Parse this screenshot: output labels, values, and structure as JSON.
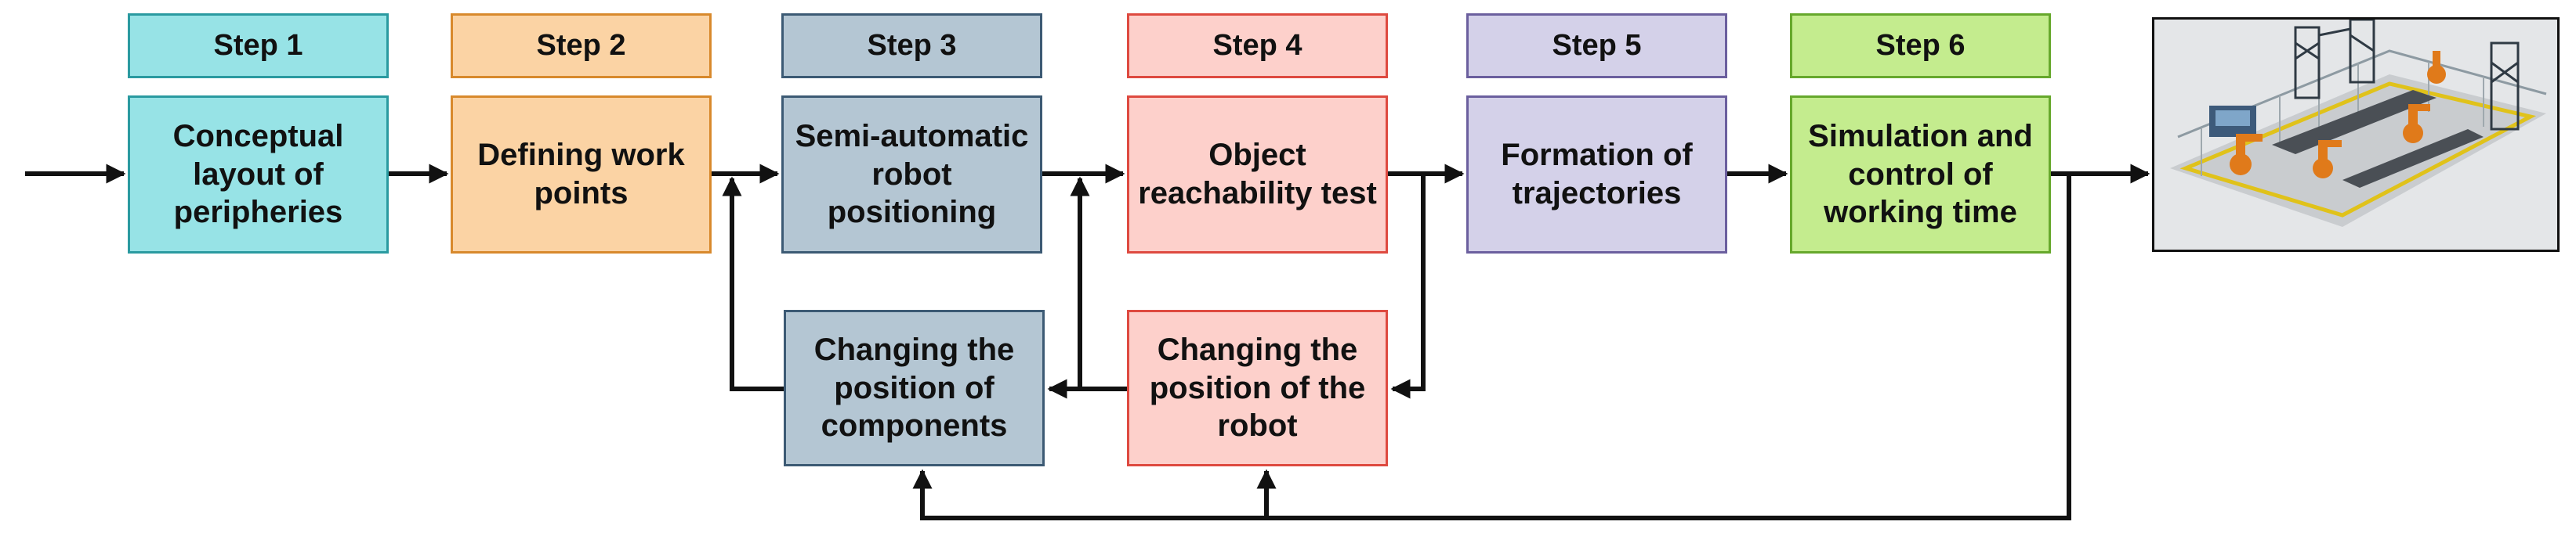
{
  "steps": [
    {
      "header": "Step 1",
      "body": "Conceptual\nlayout of\nperipheries"
    },
    {
      "header": "Step 2",
      "body": "Defining work\npoints"
    },
    {
      "header": "Step 3",
      "body": "Semi-automatic\nrobot positioning"
    },
    {
      "header": "Step 4",
      "body": "Object\nreachability test"
    },
    {
      "header": "Step 5",
      "body": "Formation of\ntrajectories"
    },
    {
      "header": "Step 6",
      "body": "Simulation and\ncontrol of\nworking time"
    }
  ],
  "sub_boxes": [
    {
      "text": "Changing the\nposition of\ncomponents"
    },
    {
      "text": "Changing the\nposition of the\nrobot"
    }
  ],
  "colors": {
    "step1_fill": "#97e3e6",
    "step2_fill": "#fbd3a4",
    "step3_fill": "#b4c6d3",
    "step4_fill": "#fdd0cb",
    "step5_fill": "#d4d1e9",
    "step6_fill": "#c4ec8e",
    "arrow": "#111111"
  },
  "image": {
    "icon": "robotic-workcell-render"
  }
}
